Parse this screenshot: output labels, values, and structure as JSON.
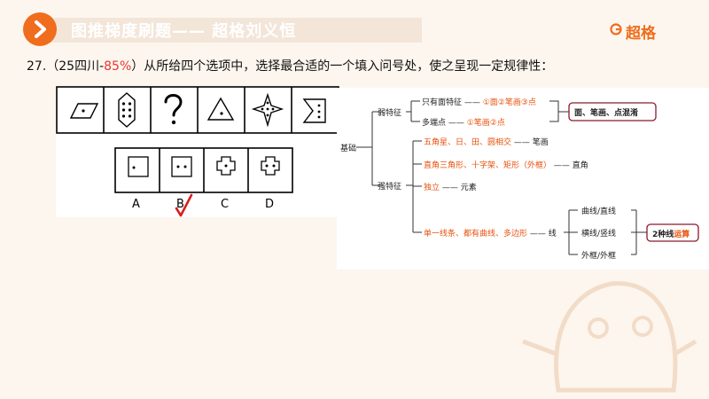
{
  "header": {
    "title": "图推梯度刷题—— 超格刘义恒",
    "logo_text": "超格",
    "accent": "#ef6d1d"
  },
  "question": {
    "number": "27.",
    "open": "（25四川-",
    "rate": "85%",
    "close": "）",
    "text": "从所给四个选项中，选择最合适的一个填入问号处，使之呈现一定规律性："
  },
  "options": [
    "A",
    "B",
    "C",
    "D"
  ],
  "answer": "B",
  "mindmap": {
    "root": "基础",
    "weak": "弱特征",
    "weak_1": "只有面特征 —— ",
    "weak_1_ans": "①面②笔画③点",
    "weak_2": "多端点 —— ",
    "weak_2_ans": "①笔画②点",
    "weak_note": "面、笔画、点混淆",
    "strong": "强特征",
    "s1": "五角星、日、田、圆相交",
    "s1_tail": " —— 笔画",
    "s2": "直角三角形、十字架、矩形（外框）",
    "s2_tail": " —— 直角",
    "s3": "独立",
    "s3_tail": " —— 元素",
    "s4": "单一线条、都有曲线、多边形",
    "s4_tail": " —— 线",
    "line_1": "曲线/直线",
    "line_2": "横线/竖线",
    "line_3": "外框/外框",
    "line_note_a": "2种线",
    "line_note_b": "运算"
  }
}
